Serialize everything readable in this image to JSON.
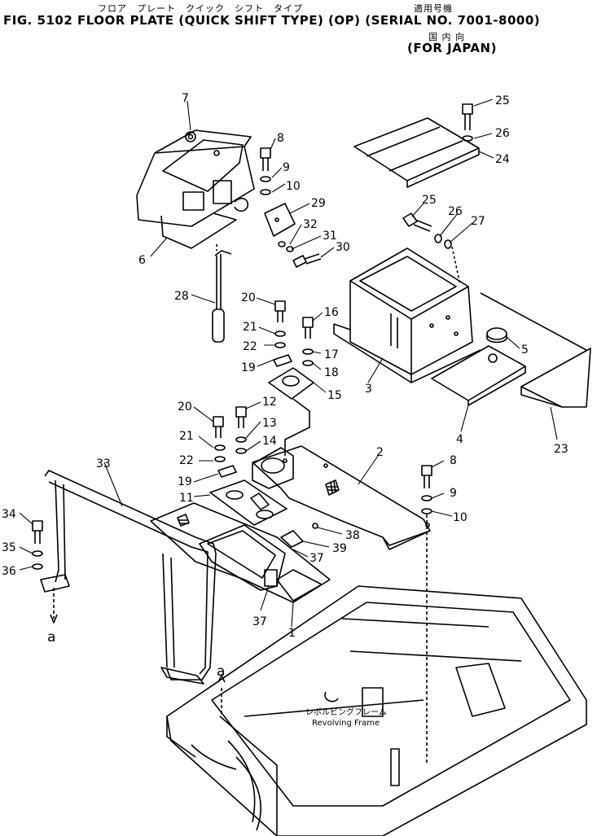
{
  "header": {
    "jp_line1_left": "フロア　プレート　クイック　シフト　タイプ",
    "jp_line1_right": "適用号機",
    "title": "FIG. 5102  FLOOR PLATE (QUICK SHIFT TYPE) (OP) (SERIAL NO. 7001-8000)",
    "jp_line3": "国 内 向",
    "for_line": "(FOR JAPAN)"
  },
  "frame": {
    "label_jp": "レボルビングフレーム",
    "label_en": "Revolving Frame"
  },
  "callouts": [
    {
      "id": "c7",
      "text": "7"
    },
    {
      "id": "c8a",
      "text": "8"
    },
    {
      "id": "c9a",
      "text": "9"
    },
    {
      "id": "c10a",
      "text": "10"
    },
    {
      "id": "c29",
      "text": "29"
    },
    {
      "id": "c32",
      "text": "32"
    },
    {
      "id": "c31",
      "text": "31"
    },
    {
      "id": "c30",
      "text": "30"
    },
    {
      "id": "c6",
      "text": "6"
    },
    {
      "id": "c28",
      "text": "28"
    },
    {
      "id": "c25a",
      "text": "25"
    },
    {
      "id": "c26a",
      "text": "26"
    },
    {
      "id": "c24",
      "text": "24"
    },
    {
      "id": "c25b",
      "text": "25"
    },
    {
      "id": "c26b",
      "text": "26"
    },
    {
      "id": "c27",
      "text": "27"
    },
    {
      "id": "c20a",
      "text": "20"
    },
    {
      "id": "c21a",
      "text": "21"
    },
    {
      "id": "c22a",
      "text": "22"
    },
    {
      "id": "c16",
      "text": "16"
    },
    {
      "id": "c17",
      "text": "17"
    },
    {
      "id": "c19a",
      "text": "19"
    },
    {
      "id": "c18",
      "text": "18"
    },
    {
      "id": "c15",
      "text": "15"
    },
    {
      "id": "c3",
      "text": "3"
    },
    {
      "id": "c5",
      "text": "5"
    },
    {
      "id": "c4",
      "text": "4"
    },
    {
      "id": "c23",
      "text": "23"
    },
    {
      "id": "c20b",
      "text": "20"
    },
    {
      "id": "c12",
      "text": "12"
    },
    {
      "id": "c13",
      "text": "13"
    },
    {
      "id": "c21b",
      "text": "21"
    },
    {
      "id": "c14",
      "text": "14"
    },
    {
      "id": "c22b",
      "text": "22"
    },
    {
      "id": "c19b",
      "text": "19"
    },
    {
      "id": "c11",
      "text": "11"
    },
    {
      "id": "c2",
      "text": "2"
    },
    {
      "id": "c33",
      "text": "33"
    },
    {
      "id": "c8b",
      "text": "8"
    },
    {
      "id": "c9b",
      "text": "9"
    },
    {
      "id": "c10b",
      "text": "10"
    },
    {
      "id": "c34",
      "text": "34"
    },
    {
      "id": "c35",
      "text": "35"
    },
    {
      "id": "c36",
      "text": "36"
    },
    {
      "id": "c38",
      "text": "38"
    },
    {
      "id": "c39",
      "text": "39"
    },
    {
      "id": "c37a",
      "text": "37"
    },
    {
      "id": "c37b",
      "text": "37"
    },
    {
      "id": "c1",
      "text": "1"
    },
    {
      "id": "ca1",
      "text": "a"
    },
    {
      "id": "ca2",
      "text": "a"
    }
  ]
}
